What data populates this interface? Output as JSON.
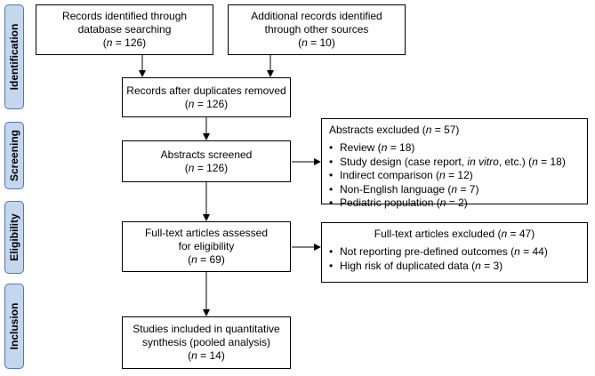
{
  "phases": {
    "identification": "Identification",
    "screening": "Screening",
    "eligibility": "Eligibility",
    "inclusion": "Inclusion"
  },
  "boxes": {
    "database": {
      "l1": "Records identified through",
      "l2": "database searching",
      "n_prefix": "(",
      "n_sym": "n",
      "n_val": " = 126)"
    },
    "other": {
      "l1": "Additional records identified",
      "l2": "through other sources",
      "n_prefix": "(",
      "n_sym": "n",
      "n_val": " = 10)"
    },
    "duplicates": {
      "l1": "Records after duplicates removed",
      "n_prefix": "(",
      "n_sym": "n",
      "n_val": " = 126)"
    },
    "screened": {
      "l1": "Abstracts screened",
      "n_prefix": "(",
      "n_sym": "n",
      "n_val": " = 126)"
    },
    "fulltext": {
      "l1": "Full-text articles assessed",
      "l2": "for eligibility",
      "n_prefix": "(",
      "n_sym": "n",
      "n_val": " = 69)"
    },
    "included": {
      "l1": "Studies included in quantitative",
      "l2": "synthesis (pooled analysis)",
      "n_prefix": "(",
      "n_sym": "n",
      "n_val": " = 14)"
    }
  },
  "abstracts_excluded": {
    "title_prefix": "Abstracts excluded (",
    "title_sym": "n",
    "title_val": " = 57)",
    "items": [
      {
        "a": "Review (",
        "sym": "n",
        "b": " = 18)"
      },
      {
        "a": "Study design (case report, ",
        "em": "in vitro",
        "a2": ", etc.) (",
        "sym": "n",
        "b": " = 18)"
      },
      {
        "a": "Indirect comparison (",
        "sym": "n",
        "b": " = 12)"
      },
      {
        "a": "Non-English language (",
        "sym": "n",
        "b": " = 7)"
      },
      {
        "a": "Pediatric population (",
        "sym": "n",
        "b": " = 2)"
      }
    ]
  },
  "fulltext_excluded": {
    "title_prefix": "Full-text articles excluded (",
    "title_sym": "n",
    "title_val": " = 47)",
    "items": [
      {
        "a": "Not reporting pre-defined outcomes (",
        "sym": "n",
        "b": " = 44)"
      },
      {
        "a": "High risk of duplicated data (",
        "sym": "n",
        "b": " = 3)"
      }
    ]
  }
}
